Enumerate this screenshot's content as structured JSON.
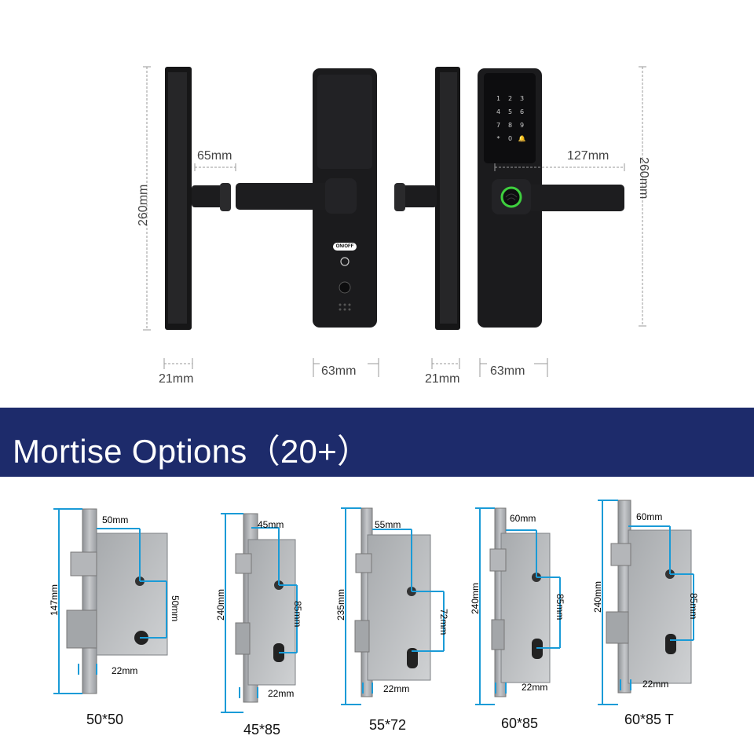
{
  "top": {
    "dims": {
      "height_left": "260mm",
      "handle_left": "65mm",
      "handle_right": "127mm",
      "height_right": "260mm",
      "depth_left": "21mm",
      "width_back": "63mm",
      "depth_right": "21mm",
      "width_front": "63mm"
    },
    "lock_labels": {
      "on_off": "ON/OFF"
    },
    "keypad": [
      "1",
      "2",
      "3",
      "4",
      "5",
      "6",
      "7",
      "8",
      "9",
      "*",
      "0",
      "🔔"
    ]
  },
  "banner": {
    "title": "Mortise Options（20+）"
  },
  "mortises": [
    {
      "caption": "50*50",
      "height": "147mm",
      "top": "50mm",
      "mid": "50mm",
      "bottom": "22mm"
    },
    {
      "caption": "45*85",
      "height": "240mm",
      "top": "45mm",
      "mid": "85mm",
      "bottom": "22mm"
    },
    {
      "caption": "55*72",
      "height": "235mm",
      "top": "55mm",
      "mid": "72mm",
      "bottom": "22mm"
    },
    {
      "caption": "60*85",
      "height": "240mm",
      "top": "60mm",
      "mid": "85mm",
      "bottom": "22mm"
    },
    {
      "caption": "60*85 T",
      "height": "240mm",
      "top": "60mm",
      "mid": "85mm",
      "bottom": "22mm"
    }
  ],
  "colors": {
    "banner": "#1d2b6b",
    "dimension_line": "#1a9bd7",
    "lock_body": "#1b1b1d"
  }
}
